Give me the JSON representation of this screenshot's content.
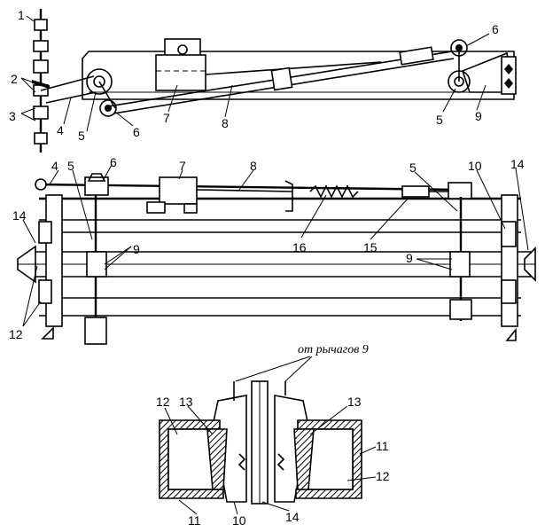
{
  "diagram": {
    "caption_levers": "от рычагов 9",
    "labels": {
      "top_1": "1",
      "top_2": "2",
      "top_3": "3",
      "top_4": "4",
      "top_5_left": "5",
      "top_6_left": "6",
      "top_7": "7",
      "top_8": "8",
      "top_6_right": "6",
      "top_5_right": "5",
      "top_9": "9",
      "mid_4": "4",
      "mid_5_left": "5",
      "mid_6": "6",
      "mid_7": "7",
      "mid_8": "8",
      "mid_5_right": "5",
      "mid_10": "10",
      "mid_14_right": "14",
      "mid_14_left": "14",
      "mid_16": "16",
      "mid_15": "15",
      "mid_9_left": "9",
      "mid_9_right": "9",
      "mid_12": "12",
      "bot_12_left": "12",
      "bot_13_left": "13",
      "bot_13_right": "13",
      "bot_11_right": "11",
      "bot_12_right": "12",
      "bot_11_left": "11",
      "bot_10": "10",
      "bot_14": "14"
    }
  }
}
